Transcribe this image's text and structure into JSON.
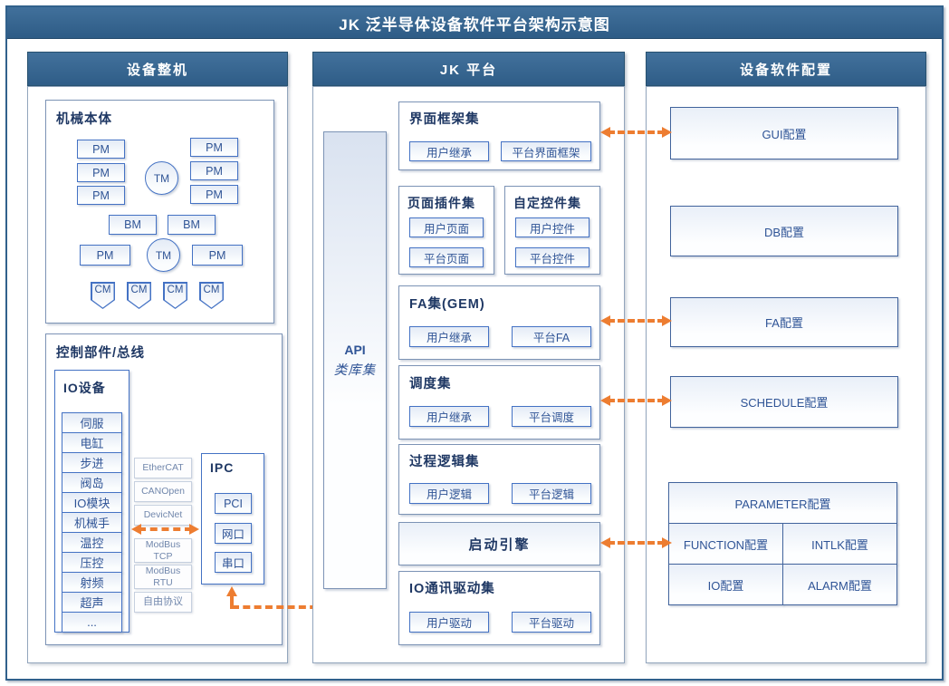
{
  "title": "JK 泛半导体设备软件平台架构示意图",
  "colors": {
    "header_bg": "#34618C",
    "accent_orange": "#ED7D31",
    "box_border": "#4472C4",
    "section_border": "#7C93B5",
    "title_text": "#1F3864",
    "label_text": "#2F5496"
  },
  "left": {
    "header": "设备整机",
    "mechanical": {
      "title": "机械本体",
      "pm_left": [
        "PM",
        "PM",
        "PM"
      ],
      "tm_top": "TM",
      "pm_right": [
        "PM",
        "PM",
        "PM"
      ],
      "bm": [
        "BM",
        "BM"
      ],
      "pm_bottom_left": "PM",
      "tm_bottom": "TM",
      "pm_bottom_right": "PM",
      "cm": [
        "CM",
        "CM",
        "CM",
        "CM"
      ]
    },
    "control": {
      "title": "控制部件/总线",
      "io_devices": {
        "title": "IO设备",
        "items": [
          "伺服",
          "电缸",
          "步进",
          "阀岛",
          "IO模块",
          "机械手",
          "温控",
          "压控",
          "射频",
          "超声",
          "..."
        ]
      },
      "protocols": [
        "EtherCAT",
        "CANOpen",
        "DevicNet",
        "ModBus TCP",
        "ModBus RTU",
        "自由协议"
      ],
      "ipc": {
        "title": "IPC",
        "items": [
          "PCI",
          "网口",
          "串口"
        ]
      }
    }
  },
  "middle": {
    "header": "JK 平台",
    "api": {
      "line1": "API",
      "line2": "类库集"
    },
    "ui_framework": {
      "title": "界面框架集",
      "items": [
        "用户继承",
        "平台界面框架"
      ]
    },
    "page_plugin": {
      "title": "页面插件集",
      "items": [
        "用户页面",
        "平台页面"
      ]
    },
    "custom_control": {
      "title": "自定控件集",
      "items": [
        "用户控件",
        "平台控件"
      ]
    },
    "fa": {
      "title": "FA集(GEM)",
      "items": [
        "用户继承",
        "平台FA"
      ]
    },
    "schedule": {
      "title": "调度集",
      "items": [
        "用户继承",
        "平台调度"
      ]
    },
    "process_logic": {
      "title": "过程逻辑集",
      "items": [
        "用户逻辑",
        "平台逻辑"
      ]
    },
    "engine": {
      "title": "启动引擎"
    },
    "io_driver": {
      "title": "IO通讯驱动集",
      "items": [
        "用户驱动",
        "平台驱动"
      ]
    }
  },
  "right": {
    "header": "设备软件配置",
    "configs": [
      "GUI配置",
      "DB配置",
      "FA配置",
      "SCHEDULE配置"
    ],
    "param_grid": {
      "header": "PARAMETER配置",
      "cells": [
        "FUNCTION配置",
        "INTLK配置",
        "IO配置",
        "ALARM配置"
      ]
    }
  }
}
